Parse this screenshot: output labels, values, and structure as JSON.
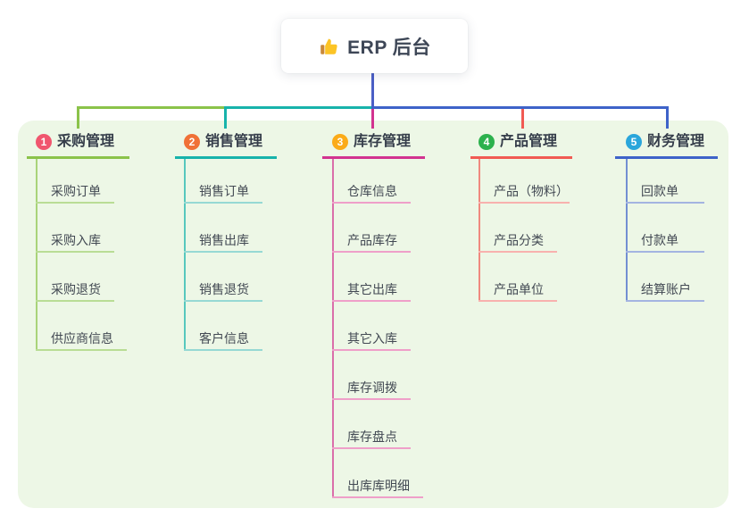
{
  "root": {
    "title": "ERP 后台",
    "icon": "thumbs-up"
  },
  "colors": {
    "panel_bg": "#edf7e6",
    "root_line": "#4b5fc6"
  },
  "branches": [
    {
      "badge": "1",
      "badge_color": "#f0566e",
      "color": "#8bc34a",
      "light": "#b9dd95",
      "label": "采购管理",
      "children": [
        "采购订单",
        "采购入库",
        "采购退货",
        "供应商信息"
      ]
    },
    {
      "badge": "2",
      "badge_color": "#f07137",
      "color": "#17b3ab",
      "light": "#96d9d4",
      "label": "销售管理",
      "children": [
        "销售订单",
        "销售出库",
        "销售退货",
        "客户信息"
      ]
    },
    {
      "badge": "3",
      "badge_color": "#fbab19",
      "color": "#d23390",
      "light": "#ef9fc9",
      "label": "库存管理",
      "children": [
        "仓库信息",
        "产品库存",
        "其它出库",
        "其它入库",
        "库存调拨",
        "库存盘点",
        "出库库明细"
      ]
    },
    {
      "badge": "4",
      "badge_color": "#2cb14d",
      "color": "#f15a53",
      "light": "#f8b1ae",
      "label": "产品管理",
      "children": [
        "产品（物料）",
        "产品分类",
        "产品单位"
      ]
    },
    {
      "badge": "5",
      "badge_color": "#2aa6db",
      "color": "#3e63c9",
      "light": "#a4b4e1",
      "label": "财务管理",
      "children": [
        "回款单",
        "付款单",
        "结算账户"
      ]
    }
  ]
}
